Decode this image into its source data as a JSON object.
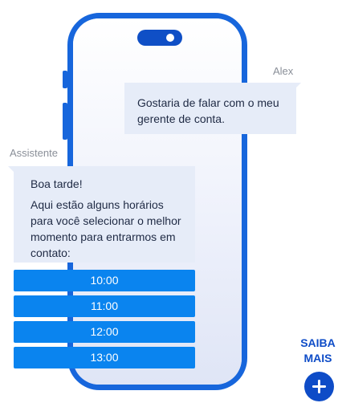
{
  "chat": {
    "user": {
      "name": "Alex",
      "message": "Gostaria de falar com o meu gerente de conta."
    },
    "assistant": {
      "name": "Assistente",
      "greeting": "Boa tarde!",
      "message": "Aqui estão alguns horários para você selecionar o melhor momento para entrarmos em contato:"
    },
    "time_options": [
      "10:00",
      "11:00",
      "12:00",
      "13:00"
    ]
  },
  "cta": {
    "line1": "SAIBA",
    "line2": "MAIS",
    "icon": "plus-icon"
  },
  "colors": {
    "phone_frame": "#1766dc",
    "bubble": "#e6ecf8",
    "time_button": "#0a84ef",
    "cta": "#0e4cc7"
  }
}
